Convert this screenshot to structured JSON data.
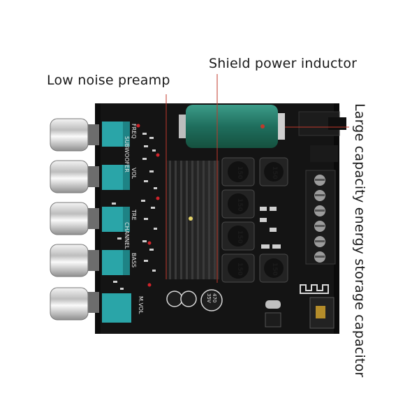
{
  "callouts": {
    "preamp": "Low noise preamp",
    "inductor": "Shield power inductor",
    "capacitor": "Large capacity energy storage capacitor"
  },
  "board_labels": {
    "freq": "FREQ",
    "subwoofer": "SUBWOOFER",
    "vol": "VOL",
    "tre": "TRE",
    "channel": "CHANNEL",
    "bass": "BASS",
    "mvol": "M.VOL"
  },
  "inductor_marking": "150",
  "capacitor_marking": "470 35V",
  "colors": {
    "board": "#151515",
    "potentiometer": "#2aa5a8",
    "capacitor": "#2e7d6e",
    "callout_line": "#c0392b",
    "knob": "#d8d8d8"
  }
}
